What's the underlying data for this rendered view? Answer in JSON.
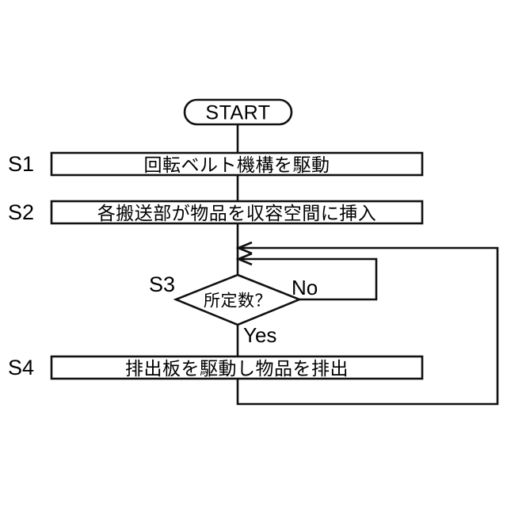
{
  "diagram": {
    "title": "Flowchart",
    "type": "flowchart",
    "language": "ja",
    "background_color": "#ffffff",
    "line_color": "#111111",
    "text_color": "#000000",
    "terminal": {
      "id": "start",
      "label": "START",
      "shape": "stadium"
    },
    "steps": [
      {
        "id": "S1",
        "step_label": "S1",
        "text": "回転ベルト機構を駆動",
        "shape": "rectangle"
      },
      {
        "id": "S2",
        "step_label": "S2",
        "text": "各搬送部が物品を収容空間に挿入",
        "shape": "rectangle"
      },
      {
        "id": "S3",
        "step_label": "S3",
        "text": "所定数？",
        "shape": "diamond"
      },
      {
        "id": "S4",
        "step_label": "S4",
        "text": "排出板を駆動し物品を排出",
        "shape": "rectangle"
      }
    ],
    "branches": {
      "no_label": "No",
      "yes_label": "Yes"
    },
    "loops": [
      {
        "id": "no-loop",
        "from": "S3",
        "to": "above-S3",
        "branch_label": "No"
      },
      {
        "id": "outer-loop",
        "from": "S4",
        "to": "above-S3",
        "branch_label": ""
      }
    ]
  }
}
